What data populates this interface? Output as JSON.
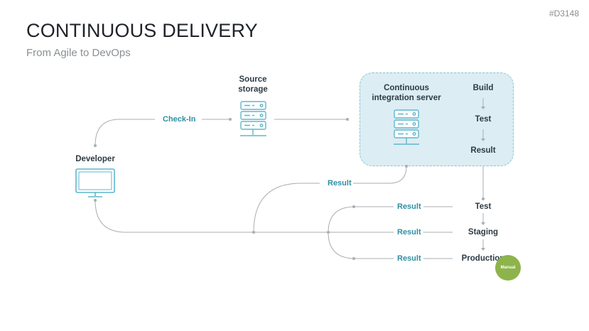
{
  "id_tag": "#D3148",
  "title": "CONTINUOUS DELIVERY",
  "subtitle": "From Agile to DevOps",
  "nodes": {
    "developer": "Developer",
    "source_storage_line1": "Source",
    "source_storage_line2": "storage",
    "ci_server_line1": "Continuous",
    "ci_server_line2": "integration server",
    "ci_build": "Build",
    "ci_test": "Test",
    "ci_result": "Result",
    "test": "Test",
    "staging": "Staging",
    "production": "Production"
  },
  "edges": {
    "check_in": "Check-In",
    "result_ci": "Result",
    "result_test": "Result",
    "result_staging": "Result",
    "result_production": "Result"
  },
  "badge": {
    "manual": "Manual"
  },
  "colors": {
    "accent_teal": "#2f8fa3",
    "icon_teal": "#5fb7cc",
    "ci_fill": "#dcedf3",
    "connector_gray": "#a9aeb2",
    "manual_green": "#8db44b",
    "node_text": "#2d3b45"
  },
  "icons": [
    "server-icon",
    "monitor-icon"
  ]
}
